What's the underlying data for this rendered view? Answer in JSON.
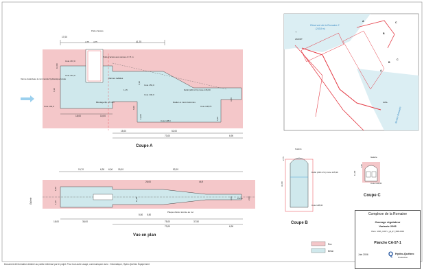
{
  "colors": {
    "rock": "#f4c7c9",
    "concrete": "#cfe8ec",
    "line": "#e8424c",
    "ink": "#222222",
    "map_water": "#dbeef3",
    "map_line": "#e43b45"
  },
  "coupe_a": {
    "title": "Coupe A",
    "dims_top": [
      "17,00",
      "4,75",
      "4,75",
      "41,25",
      "Puits d'accès"
    ],
    "labels": {
      "vanne": "Vanne-batardeau à commande hydraulique locale",
      "puits": "Puits d'accès aux vannes d = 5 m",
      "vannes_radiales": "Vannes radiales",
      "cote_1": "Cote 167,0",
      "cote_2": "Cote 157,0",
      "cote_3": "Cote 153,0",
      "cote_4": "Cote 146,0",
      "cote_5": "Cote 144,0",
      "cote_6": "Cote 128,0",
      "cote_7": "Cote 138,70",
      "debit": "Débit (220 m³/s) Cote 145,90",
      "blindage": "Blindage Ép. 25 mm",
      "radier": "Radier et murs bétonnés"
    },
    "dims_bottom": [
      "15,00",
      "52,00",
      "6,90",
      "73,00",
      "18,00",
      "10,00"
    ],
    "dims_vertical": [
      "10,00",
      "6,10",
      "6,00",
      "6,30",
      "3,50",
      "13,00",
      "6,60",
      "1,15"
    ]
  },
  "vue_en_plan": {
    "title": "Vue en plan",
    "dims_top": [
      "19,70",
      "6,30",
      "6,00",
      "15,00",
      "26,00",
      "52,00",
      "44,9"
    ],
    "dims_bottom": [
      "18,00",
      "38,00",
      "5,50",
      "5,50",
      "75,00",
      "37,50",
      "6,90",
      "73,00"
    ],
    "labels": {
      "galerie": "Galerie",
      "plaque": "Plaque d'acier ancrée au roc",
      "pente": "Pente"
    },
    "dims_vertical": [
      "1,00",
      "1,20",
      "11,00",
      "4,00",
      "2,00"
    ]
  },
  "coupe_b": {
    "title": "Coupe B",
    "galerie": "Galerie",
    "debit": "Débit (220 m³/s) Cote 145,90",
    "cote": "Cote 128,00",
    "dims": [
      "34,00",
      "2,75"
    ]
  },
  "coupe_c": {
    "title": "Coupe C",
    "galerie": "Galerie",
    "cote": "Cote 144,00",
    "dims": [
      "1,95",
      "11,00"
    ]
  },
  "map": {
    "reservoir": "Réservoir de la Romaine 2",
    "reservoir_sub": "(243,8 m)",
    "labels": [
      "A",
      "B",
      "C",
      "A",
      "B",
      "C",
      "AMONT",
      "AVAL",
      "Rivière Romaine"
    ]
  },
  "legend": {
    "rock": "Roc",
    "concrete": "Béton"
  },
  "title_block": {
    "project": "Complexe de la Romaine",
    "line1": "Ouvrage régulateur",
    "line2": "Variante 2006",
    "ref": "Plans : 2006_CA57-1_gb_ET_3686-0009",
    "plate": "Planche CA-57-1",
    "date": "Juin 2006",
    "company": "Hydro-Québec",
    "company_sub": "Production"
  },
  "footer_note": "Document d'information destiné au public intéressé par le projet. Pour tout autre usage, communiquez avec : Géomatique, Hydro-Québec Équipement"
}
